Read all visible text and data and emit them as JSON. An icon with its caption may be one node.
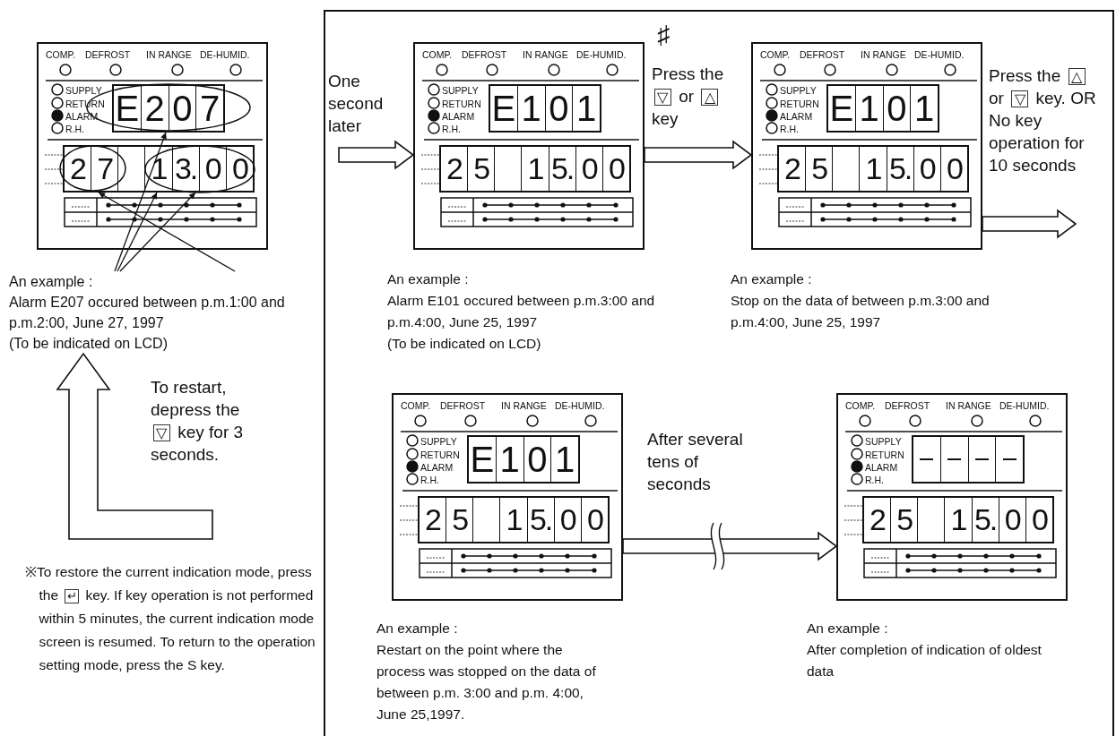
{
  "diagram": {
    "nodes": [
      {
        "text": [
          "COMP.",
          "DEFROST",
          "IN RANGE",
          "DE-HUMID.",
          "SUPPLY",
          "RETURN",
          "ALARM",
          "R.H."
        ]
      },
      {
        "text": [
          "E",
          "2",
          "0",
          "7"
        ],
        "in": 0
      },
      {
        "text": [
          "2",
          "7",
          "1",
          "3.",
          "0",
          "0"
        ],
        "in": 0
      },
      {
        "text": [
          "An example :",
          "Alarm E207 occured between p.m.1:00 and p.m.2:00, June 27, 1997",
          "(To be indicated on LCD)"
        ]
      },
      {
        "text": [],
        "shape": "box"
      },
      {
        "text": [
          "COMP.",
          "DEFROST",
          "IN RANGE",
          "DE-HUMID.",
          "SUPPLY",
          "RETURN",
          "ALARM",
          "R.H."
        ],
        "in": 4,
        "beside": [
          "An example :",
          "Alarm E101 occured between p.m.3:00 and p.m.4:00, June 25, 1997",
          "(To be indicated on LCD)"
        ]
      },
      {
        "text": [
          "E",
          "1",
          "0",
          "1"
        ],
        "in": 5
      },
      {
        "text": [
          "2",
          "5",
          "1",
          "5.",
          "0",
          "0"
        ],
        "in": 5
      },
      {
        "text": [
          "COMP.",
          "DEFROST",
          "IN RANGE",
          "DE-HUMID.",
          "SUPPLY",
          "RETURN",
          "ALARM",
          "R.H."
        ],
        "in": 4,
        "beside": [
          "An example :",
          "Stop on the data of between p.m.3:00 and p.m.4:00, June 25, 1997"
        ]
      },
      {
        "text": [
          "E",
          "1",
          "0",
          "1"
        ],
        "in": 8
      },
      {
        "text": [
          "2",
          "5",
          "1",
          "5.",
          "0",
          "0"
        ],
        "in": 8
      },
      {
        "text": [
          "COMP.",
          "DEFROST",
          "IN RANGE",
          "DE-HUMID.",
          "SUPPLY",
          "RETURN",
          "ALARM",
          "R.H."
        ],
        "in": 4,
        "beside": [
          "An example :",
          "Restart on the point where the process was stopped on the data of between p.m. 3:00 and p.m. 4:00, June 25,1997."
        ]
      },
      {
        "text": [
          "E",
          "1",
          "0",
          "1"
        ],
        "in": 11
      },
      {
        "text": [
          "2",
          "5",
          "1",
          "5.",
          "0",
          "0"
        ],
        "in": 11
      },
      {
        "text": [
          "COMP.",
          "DEFROST",
          "IN RANGE",
          "DE-HUMID.",
          "SUPPLY",
          "RETURN",
          "ALARM",
          "R.H."
        ],
        "in": 4,
        "beside": [
          "An example :",
          "After completion of indication of oldest data"
        ]
      },
      {
        "text": [],
        "shape": "box",
        "in": 14
      },
      {
        "text": [
          "2",
          "5",
          "1",
          "5.",
          "0",
          "0"
        ],
        "in": 14
      }
    ],
    "edges": [
      {
        "from": 3,
        "to": 1,
        "arrow": "to"
      },
      {
        "from": 3,
        "to": 2,
        "arrow": "to"
      },
      {
        "from": 3,
        "to": 2,
        "arrow": "to"
      },
      {
        "from": 3,
        "to": 2,
        "arrow": "to"
      },
      {
        "from": null,
        "to": 5,
        "arrow": "to",
        "label": "One second later",
        "style": "thick"
      },
      {
        "from": 5,
        "to": 8,
        "arrow": "to",
        "label": "Press the ▽ or △ key",
        "style": "thick"
      },
      {
        "from": 8,
        "to": null,
        "arrow": "to",
        "label": "Press the △ or ▽ key. OR No key operation for 10 seconds",
        "style": "thick"
      },
      {
        "from": 11,
        "to": 14,
        "arrow": "to",
        "label": "After several tens of seconds",
        "style": "thick"
      },
      {
        "from": null,
        "to": 3,
        "arrow": "to",
        "label": "To restart, depress the ▽ key for 3 seconds.",
        "style": "thick"
      }
    ],
    "labels": [
      "♯",
      "※To restore the current indication mode, press the ↵ key. If key operation is not performed within 5 minutes, the current indication mode screen is resumed. To return to the operation setting mode, press the S key."
    ]
  }
}
